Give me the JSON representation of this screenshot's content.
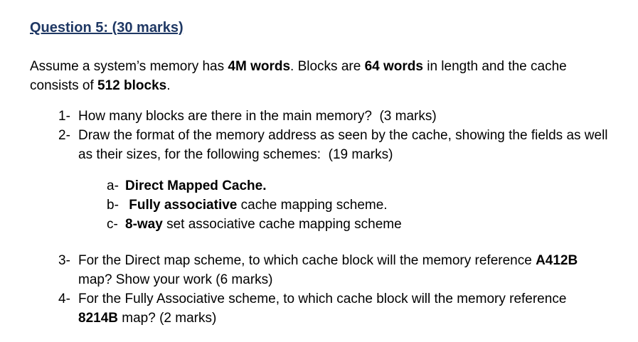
{
  "heading": {
    "text": "Question 5: (30 marks)",
    "color": "#1f3864"
  },
  "intro": {
    "segments": [
      {
        "text": "Assume a system’s memory has ",
        "bold": false
      },
      {
        "text": "4M words",
        "bold": true
      },
      {
        "text": ". Blocks are ",
        "bold": false
      },
      {
        "text": "64 words",
        "bold": true
      },
      {
        "text": " in length and the cache consists of ",
        "bold": false
      },
      {
        "text": "512 blocks",
        "bold": true
      },
      {
        "text": ".",
        "bold": false
      }
    ]
  },
  "main_list": {
    "items": [
      {
        "marker": "1-",
        "segments": [
          {
            "text": "How many blocks are there in the main memory?  (3 marks)",
            "bold": false
          }
        ]
      },
      {
        "marker": "2-",
        "segments": [
          {
            "text": "Draw the format of the memory address as seen by the cache, showing the fields as well as their sizes, for the following schemes:  (19 marks)",
            "bold": false
          }
        ]
      }
    ]
  },
  "sub_list": {
    "items": [
      {
        "marker": "a-",
        "segments": [
          {
            "text": "Direct Mapped Cache.",
            "bold": true
          }
        ]
      },
      {
        "marker": "b-",
        "segments": [
          {
            "text": " Fully associative",
            "bold": true
          },
          {
            "text": " cache mapping scheme.",
            "bold": false
          }
        ]
      },
      {
        "marker": "c-",
        "segments": [
          {
            "text": "8-way",
            "bold": true
          },
          {
            "text": " set associative cache mapping scheme",
            "bold": false
          }
        ]
      }
    ]
  },
  "tail_list": {
    "items": [
      {
        "marker": "3-",
        "segments": [
          {
            "text": "For the Direct map scheme, to which cache block will the memory reference ",
            "bold": false
          },
          {
            "text": "A412B",
            "bold": true
          },
          {
            "text": " map? Show your work (6 marks)",
            "bold": false
          }
        ]
      },
      {
        "marker": "4-",
        "segments": [
          {
            "text": "For the Fully Associative scheme, to which cache block will the memory reference ",
            "bold": false
          },
          {
            "text": "8214B",
            "bold": true
          },
          {
            "text": " map? (2 marks)",
            "bold": false
          }
        ]
      }
    ]
  }
}
